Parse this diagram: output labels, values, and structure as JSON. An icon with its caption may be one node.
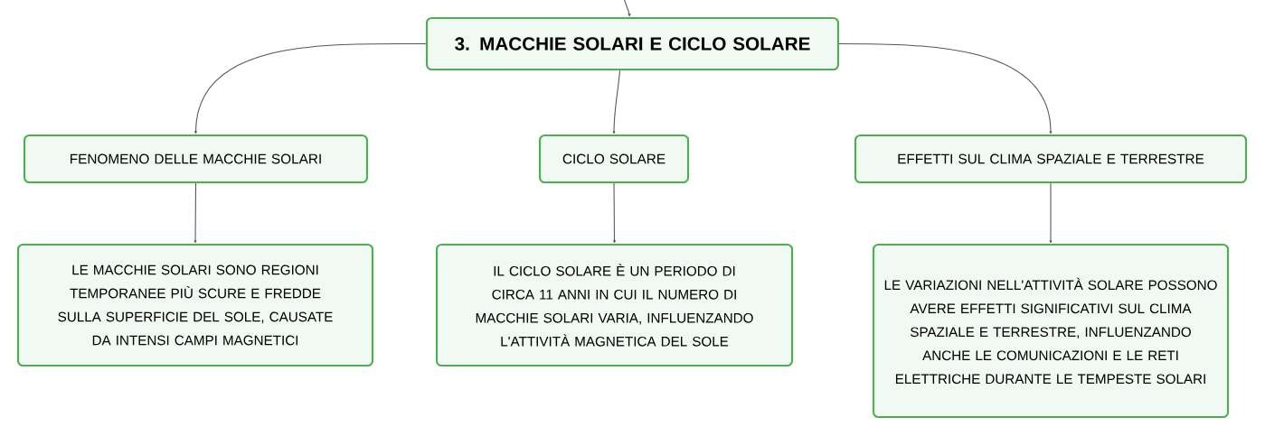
{
  "diagram": {
    "nodes": [
      {
        "text": [
          "3. MACCHIE SOLARI E CICLO SOLARE"
        ]
      },
      {
        "text": [
          "FENOMENO DELLE MACCHIE SOLARI"
        ]
      },
      {
        "text": [
          "CICLO SOLARE"
        ]
      },
      {
        "text": [
          "EFFETTI SUL CLIMA SPAZIALE E TERRESTRE"
        ]
      },
      {
        "text": [
          "LE MACCHIE SOLARI SONO REGIONI TEMPORANEE PIÙ SCURE E FREDDE SULLA SUPERFICIE DEL SOLE, CAUSATE DA INTENSI CAMPI MAGNETICI"
        ]
      },
      {
        "text": [
          "IL CICLO SOLARE È UN PERIODO DI CIRCA 11 ANNI IN CUI IL NUMERO DI MACCHIE SOLARI VARIA, INFLUENZANDO L'ATTIVITÀ MAGNETICA DEL SOLE"
        ]
      },
      {
        "text": [
          "LE VARIAZIONI NELL'ATTIVITÀ SOLARE POSSONO AVERE EFFETTI SIGNIFICATIVI SUL CLIMA SPAZIALE E TERRESTRE, INFLUENZANDO ANCHE LE COMUNICAZIONI E LE RETI ELETTRICHE DURANTE LE TEMPESTE SOLARI"
        ]
      }
    ],
    "edges": [
      {
        "from": null,
        "to": 0,
        "arrow": "to"
      },
      {
        "from": 0,
        "to": 1,
        "arrow": "to"
      },
      {
        "from": 0,
        "to": 2,
        "arrow": "to"
      },
      {
        "from": 0,
        "to": 3,
        "arrow": "to"
      },
      {
        "from": 1,
        "to": 4,
        "arrow": "to"
      },
      {
        "from": 2,
        "to": 5,
        "arrow": "to"
      },
      {
        "from": 3,
        "to": 6,
        "arrow": "to"
      }
    ]
  }
}
